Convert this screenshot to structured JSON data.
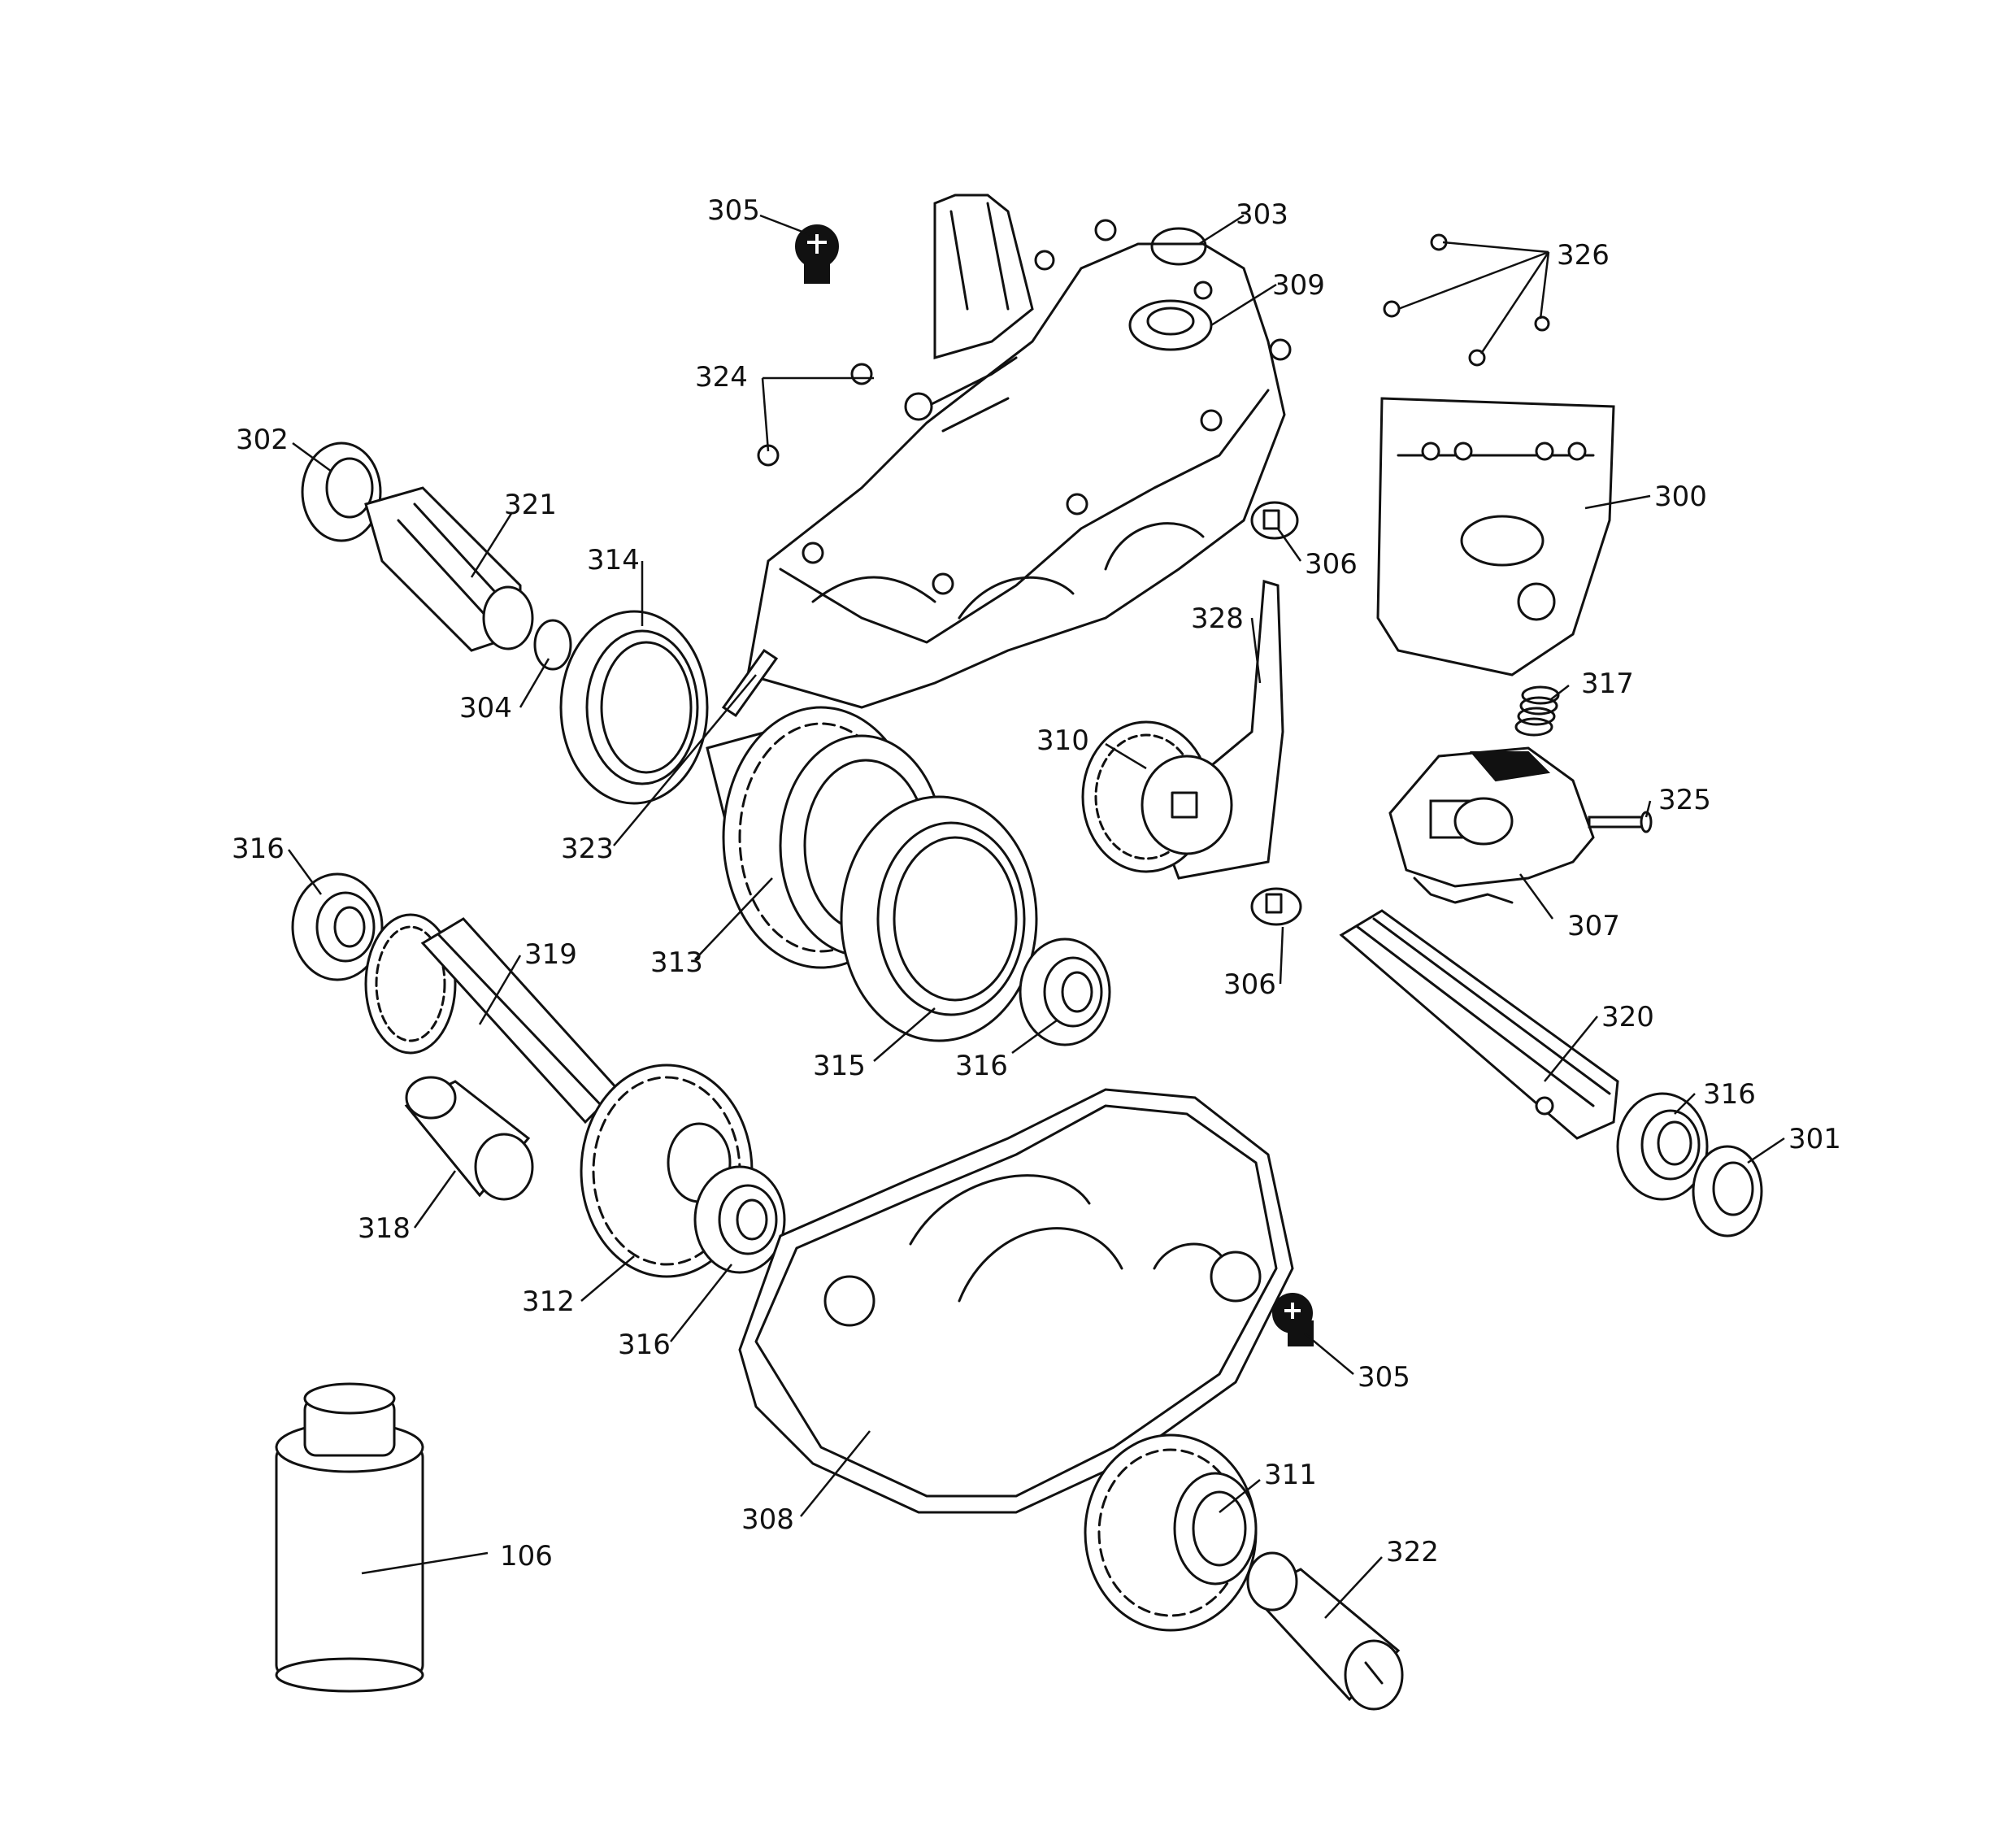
{
  "labels": {
    "p300": "300",
    "p301": "301",
    "p302": "302",
    "p303": "303",
    "p304": "304",
    "p305a": "305",
    "p305b": "305",
    "p306a": "306",
    "p306b": "306",
    "p307": "307",
    "p308": "308",
    "p309": "309",
    "p310": "310",
    "p311": "311",
    "p312": "312",
    "p313": "313",
    "p314": "314",
    "p315": "315",
    "p316a": "316",
    "p316b": "316",
    "p316c": "316",
    "p316d": "316",
    "p317": "317",
    "p318": "318",
    "p319": "319",
    "p320": "320",
    "p321": "321",
    "p322": "322",
    "p323": "323",
    "p324": "324",
    "p325": "325",
    "p326": "326",
    "p328": "328",
    "p106": "106"
  }
}
